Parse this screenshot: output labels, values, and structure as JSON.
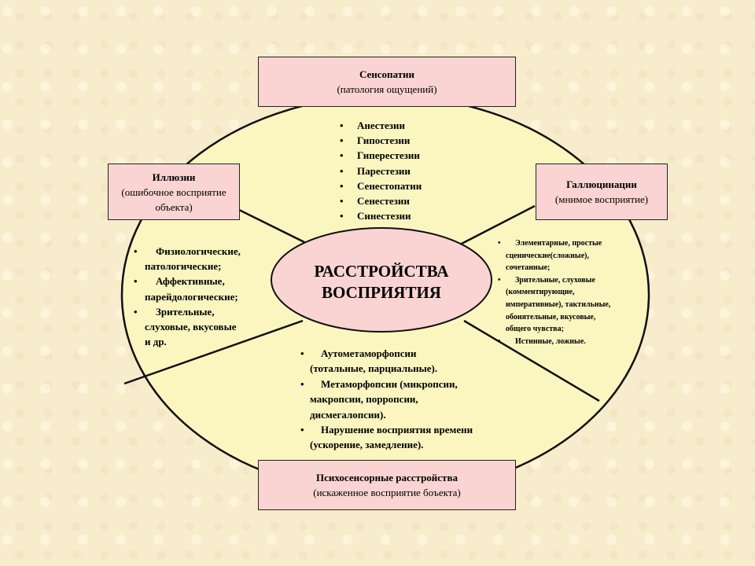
{
  "center": {
    "line1": "РАССТРОЙСТВА",
    "line2": "ВОСПРИЯТИЯ"
  },
  "boxes": {
    "top": {
      "title": "Сенсопатии",
      "subtitle": "(патология ощущений)"
    },
    "left": {
      "title": "Иллюзии",
      "subtitle1": "(ошибочное восприятие",
      "subtitle2": "объекта)"
    },
    "right": {
      "title": "Галлюцинации",
      "subtitle": "(мнимое восприятие)"
    },
    "bottom": {
      "title": "Психосенсорные расстройства",
      "subtitle": "(искаженное восприятие боъекта)"
    }
  },
  "lists": {
    "top": [
      "Анестезии",
      "Гипостезии",
      "Гиперестезии",
      "Парестезии",
      "Сенестопатии",
      "Сенестезии",
      "Синестезии"
    ],
    "left": [
      [
        "Физиологические,",
        "патологические;"
      ],
      [
        "Аффективные,",
        "парейдологические;"
      ],
      [
        "Зрительные,",
        "слуховые, вкусовые",
        "и др."
      ]
    ],
    "right": [
      [
        "Элементарные, простые",
        "сценические(сложные),",
        "сочетанные;"
      ],
      [
        "Зрительные, слуховые",
        "(комментирующие,",
        "императивные), тактильные,",
        "обонятельные, вкусовые,",
        "общего чувства;"
      ],
      [
        "Истинные, ложные."
      ]
    ],
    "bottom": [
      [
        "Аутометаморфопсии",
        "(тотальные, парциальные)."
      ],
      [
        "Метаморфопсии (микропсии,",
        "макропсии, порропсии,",
        "дисмегалопсии)."
      ],
      [
        "Нарушение восприятия времени",
        "(ускорение, замедление)."
      ]
    ]
  }
}
